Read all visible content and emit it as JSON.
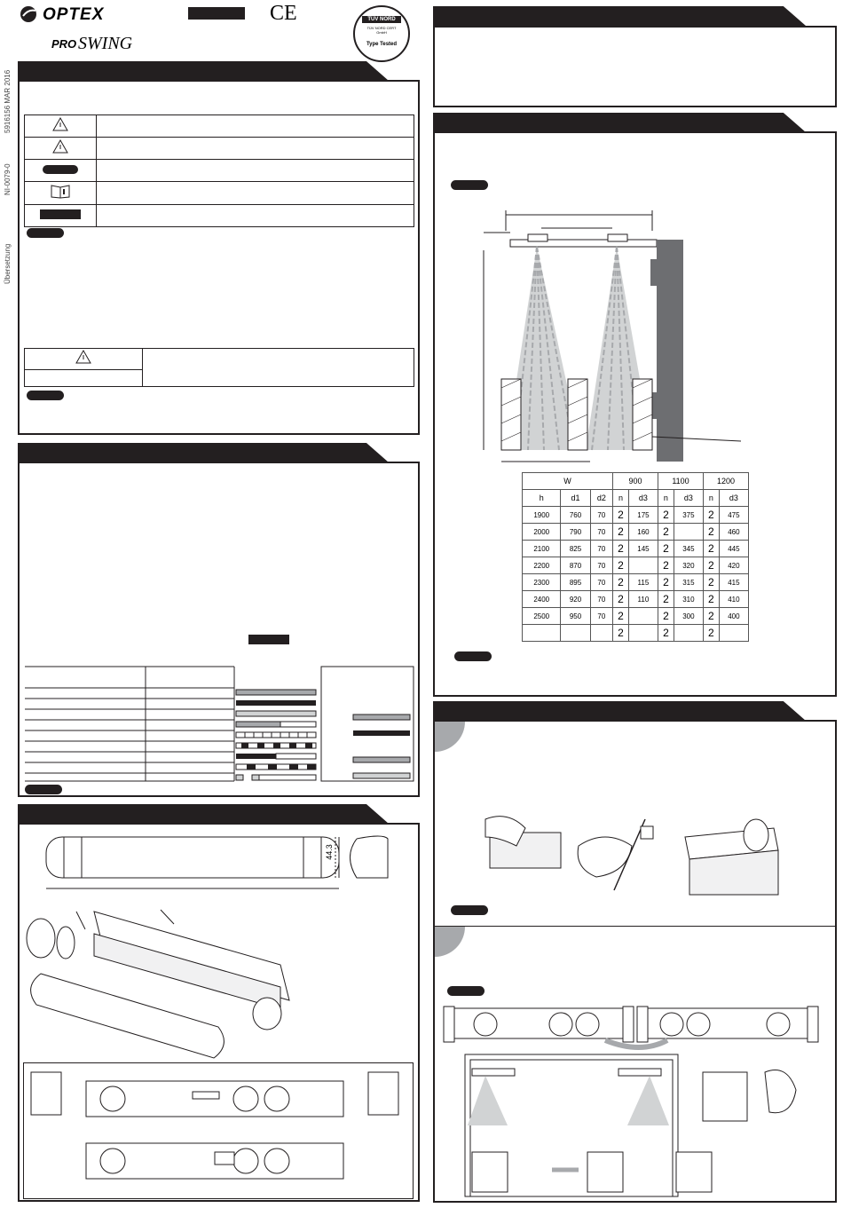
{
  "brand": {
    "name": "OPTEX",
    "product_prefix": "PRO",
    "product_name": "SWING"
  },
  "certification": {
    "ce": "CE",
    "tuv_name": "TÜV NORD",
    "tuv_line1": "TÜV NORD CERT",
    "tuv_line2": "GmbH",
    "tuv_arc": "Type Tested"
  },
  "side_margin": {
    "doc_number": "5916156  MAR 2016",
    "part_number": "NI-0079-0",
    "translation_note": "Übersetzung"
  },
  "dimensions_section": {
    "height_label": "44.3"
  },
  "table": {
    "columns": {
      "w": "W",
      "w900": "900",
      "w1100": "1100",
      "w1200": "1200",
      "h": "h",
      "d1": "d1",
      "d2": "d2",
      "n": "n",
      "d3": "d3"
    },
    "rows": [
      {
        "h": "1900",
        "d1": "760",
        "d2": "70",
        "n1": "2",
        "d3_900": "175",
        "n2": "2",
        "d3_1100": "375",
        "n3": "2",
        "d3_1200": "475"
      },
      {
        "h": "2000",
        "d1": "790",
        "d2": "70",
        "n1": "2",
        "d3_900": "160",
        "n2": "2",
        "d3_1100": "",
        "n3": "2",
        "d3_1200": "460"
      },
      {
        "h": "2100",
        "d1": "825",
        "d2": "70",
        "n1": "2",
        "d3_900": "145",
        "n2": "2",
        "d3_1100": "345",
        "n3": "2",
        "d3_1200": "445"
      },
      {
        "h": "2200",
        "d1": "870",
        "d2": "70",
        "n1": "2",
        "d3_900": "",
        "n2": "2",
        "d3_1100": "320",
        "n3": "2",
        "d3_1200": "420"
      },
      {
        "h": "2300",
        "d1": "895",
        "d2": "70",
        "n1": "2",
        "d3_900": "115",
        "n2": "2",
        "d3_1100": "315",
        "n3": "2",
        "d3_1200": "415"
      },
      {
        "h": "2400",
        "d1": "920",
        "d2": "70",
        "n1": "2",
        "d3_900": "110",
        "n2": "2",
        "d3_1100": "310",
        "n3": "2",
        "d3_1200": "410"
      },
      {
        "h": "2500",
        "d1": "950",
        "d2": "70",
        "n1": "2",
        "d3_900": "",
        "n2": "2",
        "d3_1100": "300",
        "n3": "2",
        "d3_1200": "400"
      },
      {
        "h": "",
        "d1": "",
        "d2": "",
        "n1": "2",
        "d3_900": "",
        "n2": "2",
        "d3_1100": "",
        "n3": "2",
        "d3_1200": ""
      }
    ]
  },
  "colors": {
    "ink": "#231f20",
    "door_grey": "#6d6e71",
    "beam_grey": "#d1d3d4",
    "bar_grey": "#a7a9ac"
  }
}
